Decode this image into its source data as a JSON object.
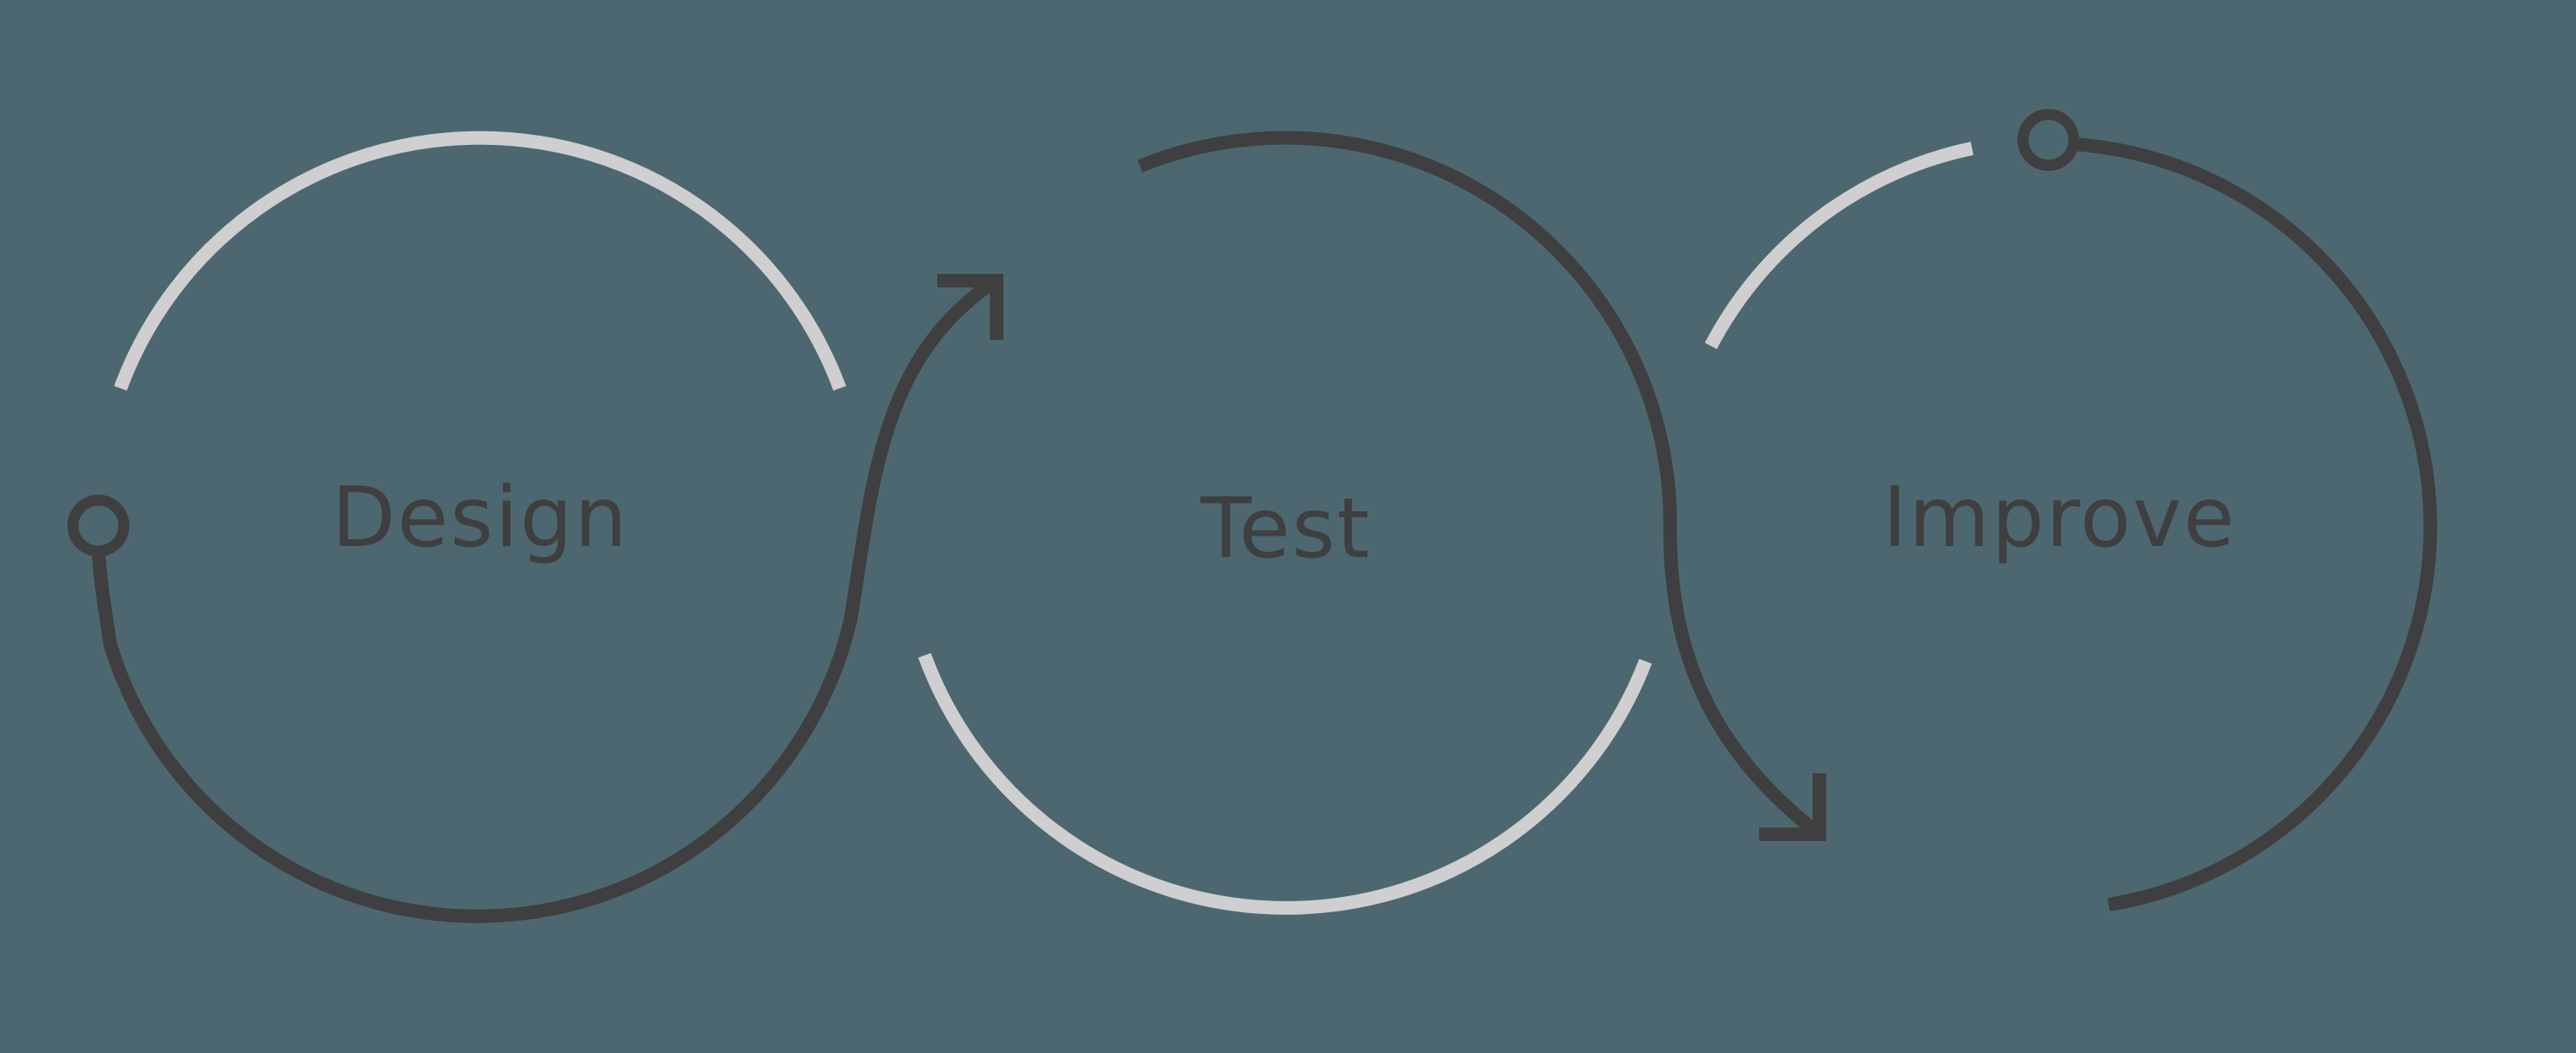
{
  "diagram": {
    "type": "cycle-process",
    "colors": {
      "background": "#4d6770",
      "dark_stroke": "#3f3f3f",
      "light_stroke": "#cfcfcf",
      "text": "#3f3f3f"
    },
    "stages": [
      {
        "id": "design",
        "label": "Design"
      },
      {
        "id": "test",
        "label": "Test"
      },
      {
        "id": "improve",
        "label": "Improve"
      }
    ],
    "connectors": [
      {
        "from": "Design",
        "to": "Test",
        "icon": "arrow-up-right-icon"
      },
      {
        "from": "Test",
        "to": "Improve",
        "icon": "arrow-down-right-icon"
      }
    ],
    "markers": [
      {
        "stage": "Design",
        "icon": "start-node-icon"
      },
      {
        "stage": "Improve",
        "icon": "node-icon"
      }
    ]
  }
}
